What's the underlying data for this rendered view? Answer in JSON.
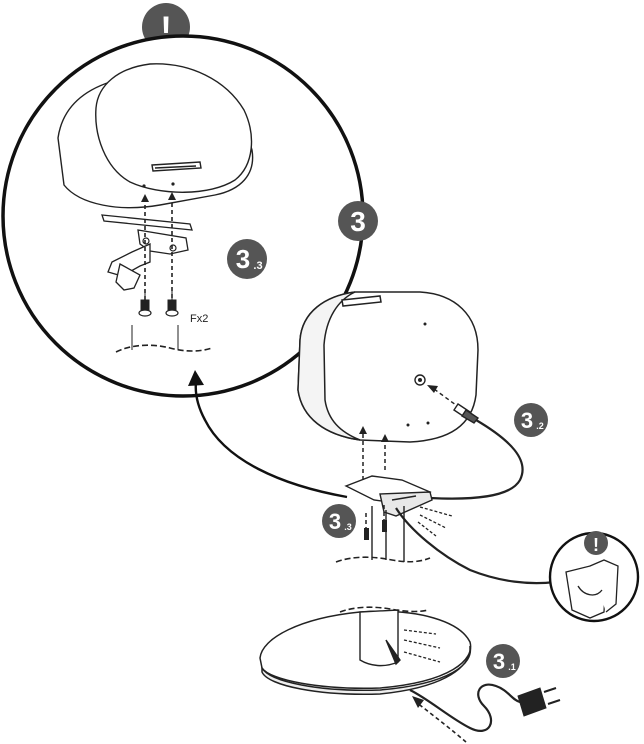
{
  "colors": {
    "badge": "#555555",
    "line": "#1a1a1a",
    "background": "#ffffff"
  },
  "warning_main": {
    "icon": "exclamation-icon",
    "text": "!"
  },
  "warning_small": {
    "icon": "exclamation-icon",
    "text": "!"
  },
  "step_main": {
    "text": "3"
  },
  "step_3_1": {
    "main": "3",
    "sub": ".1"
  },
  "step_3_2": {
    "main": "3",
    "sub": ".2"
  },
  "step_3_3_detail": {
    "main": "3",
    "sub": ".3"
  },
  "step_3_3_main": {
    "main": "3",
    "sub": ".3"
  },
  "screw_count": {
    "text": "Fx2"
  }
}
